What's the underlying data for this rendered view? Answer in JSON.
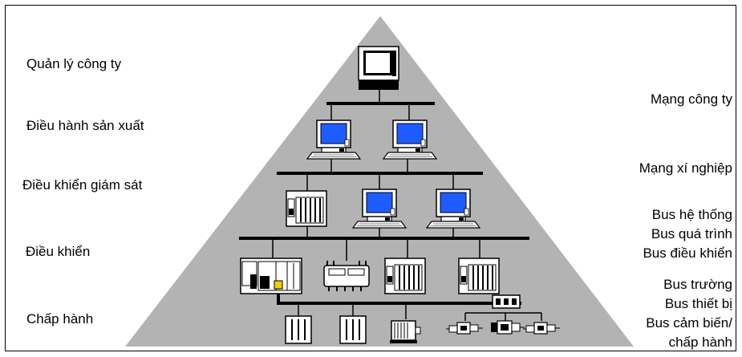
{
  "levels_left": [
    {
      "label": "Quản lý công ty"
    },
    {
      "label": "Điều hành sản xuất"
    },
    {
      "label": "Điều khiển giám sát"
    },
    {
      "label": "Điều khiển"
    },
    {
      "label": "Chấp hành"
    }
  ],
  "networks_right": {
    "company": "Mạng công ty",
    "enterprise": "Mạng xí nghiệp",
    "system_buses": [
      "Bus hệ thống",
      "Bus quá trình",
      "Bus điều khiển"
    ],
    "field_buses": [
      "Bus trường",
      "Bus thiết bị",
      "Bus cảm biến/",
      "chấp hành"
    ]
  },
  "colors": {
    "pyramid": "#b3b3b3",
    "screen": "#1f5cff",
    "line": "#000000",
    "device": "#ffffff",
    "background": "#ffffff"
  },
  "icons": {
    "level1": [
      "terminal-icon"
    ],
    "level2": [
      "workstation-icon",
      "workstation-icon"
    ],
    "level3": [
      "plc-rack-icon",
      "workstation-icon",
      "workstation-icon"
    ],
    "level4": [
      "plc-controller-icon",
      "remote-io-icon",
      "plc-rack-icon",
      "plc-rack-icon"
    ],
    "level5": [
      "io-module-icon",
      "io-module-icon",
      "motor-icon",
      "sensor-icon",
      "actuator-icon",
      "sensor-icon",
      "field-hub-icon"
    ]
  }
}
